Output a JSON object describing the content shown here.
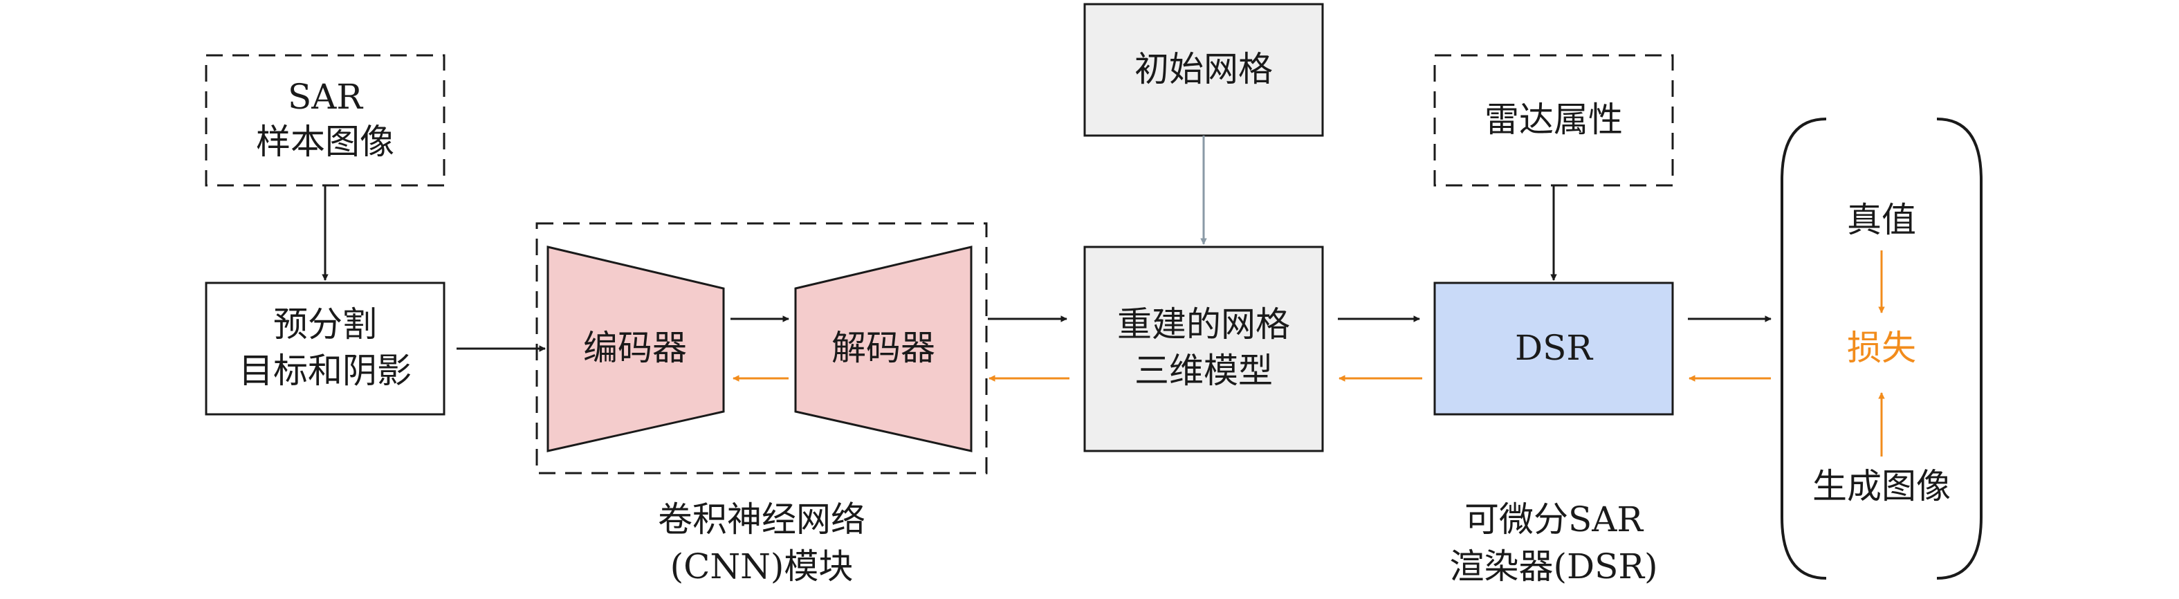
{
  "colors": {
    "black": "#1a1a1a",
    "orange": "#f28c1c",
    "gray_arrow": "#8a9aa6",
    "encoder_fill": "#f4cccc",
    "dsr_fill": "#c9daf8",
    "gray_fill": "#efefef"
  },
  "nodes": {
    "sar_sample": {
      "line1": "SAR",
      "line2": "样本图像"
    },
    "presegment": {
      "line1": "预分割",
      "line2": "目标和阴影"
    },
    "encoder": {
      "label": "编码器"
    },
    "decoder": {
      "label": "解码器"
    },
    "cnn_caption": {
      "line1": "卷积神经网络",
      "line2": "(CNN)模块"
    },
    "initial_mesh": {
      "label": "初始网格"
    },
    "reconstructed": {
      "line1": "重建的网格",
      "line2": "三维模型"
    },
    "radar_attr": {
      "label": "雷达属性"
    },
    "dsr": {
      "label": "DSR"
    },
    "dsr_caption": {
      "line1": "可微分SAR",
      "line2": "渲染器(DSR)"
    },
    "ground_truth": {
      "label": "真值"
    },
    "loss": {
      "label": "损失"
    },
    "generated": {
      "label": "生成图像"
    }
  }
}
